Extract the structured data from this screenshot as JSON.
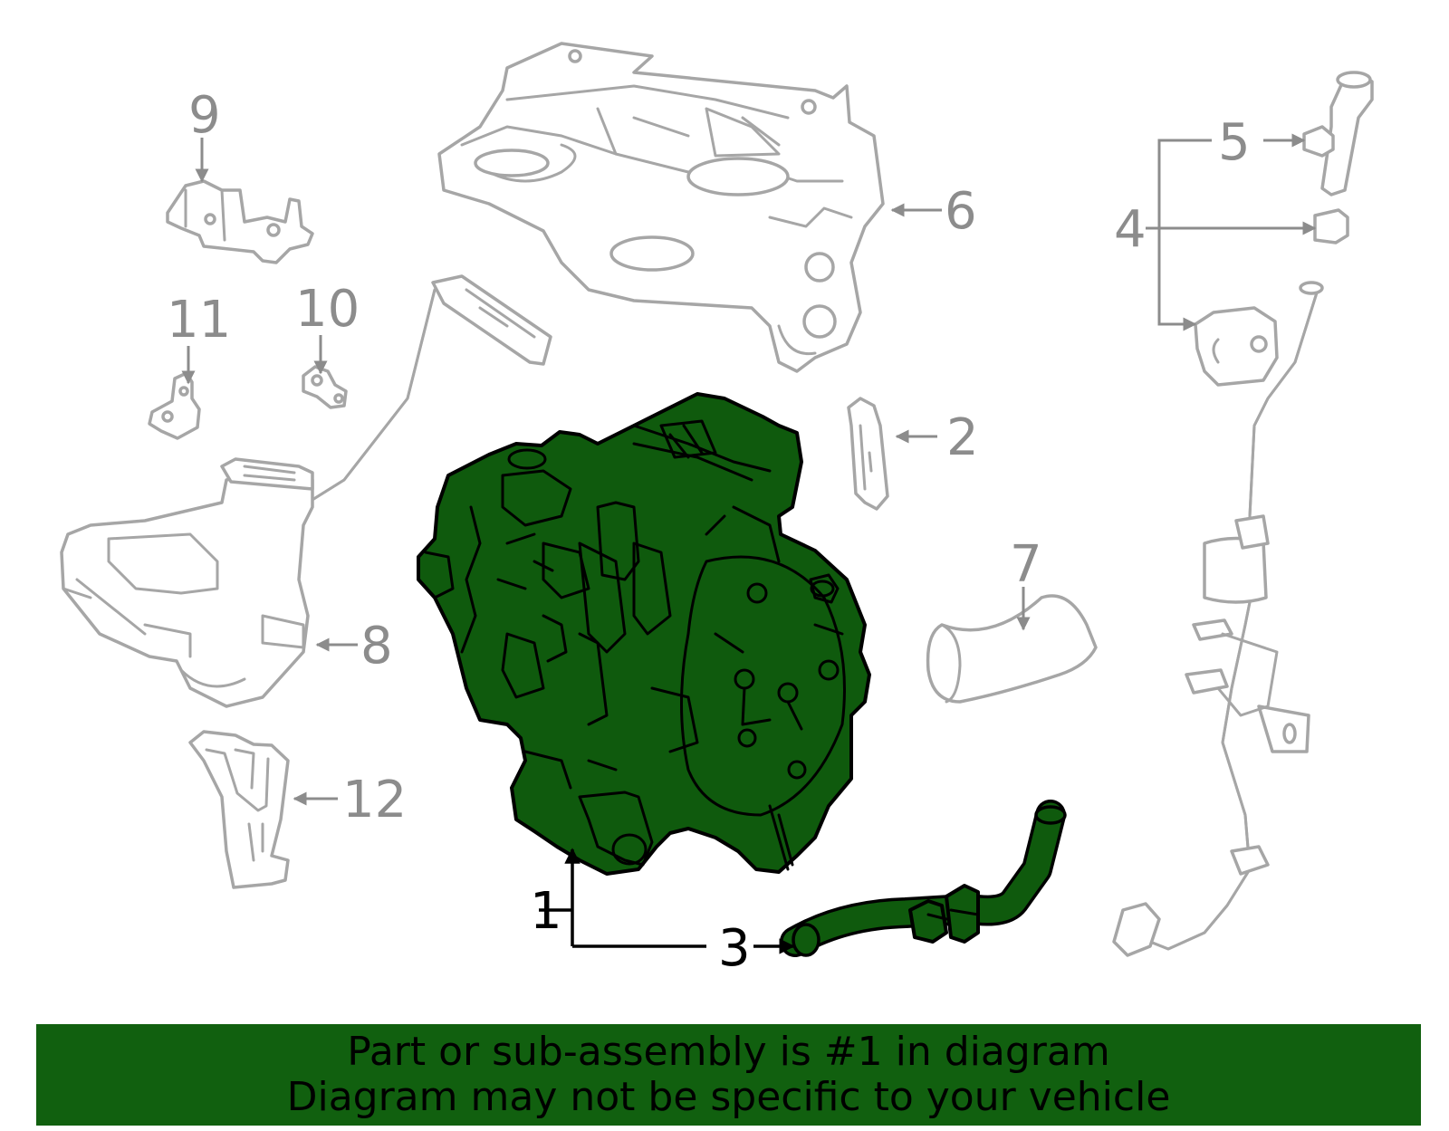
{
  "callouts": {
    "c1": "1",
    "c2": "2",
    "c3": "3",
    "c4": "4",
    "c5": "5",
    "c6": "6",
    "c7": "7",
    "c8": "8",
    "c9": "9",
    "c10": "10",
    "c11": "11",
    "c12": "12"
  },
  "banner": {
    "line1": "Part or sub-assembly is #1 in diagram",
    "line2": "Diagram may not be specific to your vehicle"
  },
  "colors": {
    "highlight_part": "#0f5a0d",
    "banner_background": "#11600f",
    "ghost_outline": "#a6a6a6",
    "callout_grey": "#8c8c8c"
  }
}
